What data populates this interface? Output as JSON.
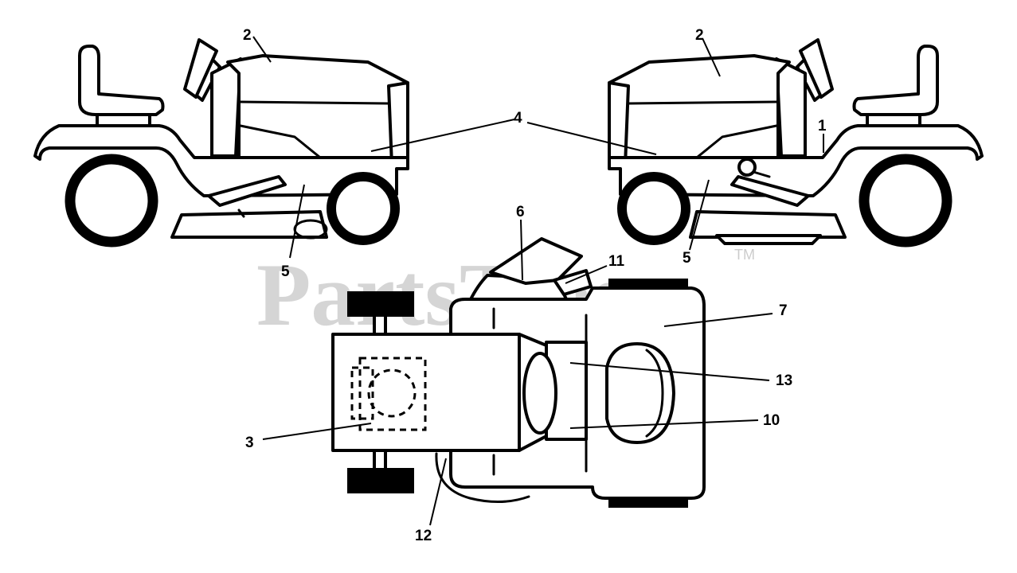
{
  "watermark": {
    "text": "PartsTree",
    "trademark": "TM"
  },
  "callouts": {
    "c1": "1",
    "c2_left": "2",
    "c2_right": "2",
    "c3": "3",
    "c4": "4",
    "c5_left": "5",
    "c5_right": "5",
    "c6": "6",
    "c7": "7",
    "c10": "10",
    "c11": "11",
    "c12": "12",
    "c13": "13"
  }
}
